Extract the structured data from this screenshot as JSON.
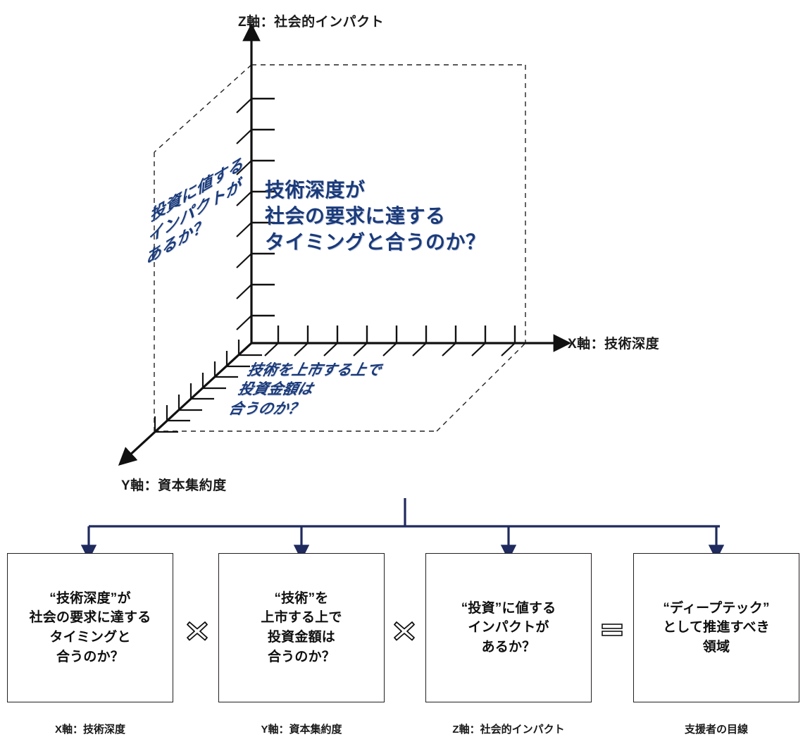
{
  "axes": {
    "z_label": "Z軸：社会的インパクト",
    "x_label": "X軸：技術深度",
    "y_label": "Y軸：資本集約度"
  },
  "panels": {
    "back": {
      "line1": "技術深度が",
      "line2": "社会の要求に達する",
      "line3": "タイミングと合うのか？"
    },
    "left": {
      "line1": "投資に値する",
      "line2": "インパクトが",
      "line3": "あるか？"
    },
    "floor": {
      "line1": "技術を上市する上で",
      "line2": "投資金額は",
      "line3": "合うのか？"
    }
  },
  "boxes": [
    {
      "lines": [
        "“技術深度”が",
        "社会の要求に達する",
        "タイミングと",
        "合うのか？"
      ],
      "caption": "X軸：技術深度"
    },
    {
      "lines": [
        "“技術”を",
        "上市する上で",
        "投資金額は",
        "合うのか？"
      ],
      "caption": "Y軸：資本集約度"
    },
    {
      "lines": [
        "“投資”に値する",
        "インパクトが",
        "あるか？"
      ],
      "caption": "Z軸：社会的インパクト"
    },
    {
      "lines": [
        "“ディープテック”",
        "として推進すべき",
        "領域"
      ],
      "caption": "支援者の目線"
    }
  ],
  "operators": {
    "multiply_1": "multiply-icon",
    "multiply_2": "multiply-icon",
    "equals": "equals-icon"
  },
  "colors": {
    "axis_stroke": "#111111",
    "connector": "#1f2a5e",
    "panel_text": "#1a3a7a",
    "box_border": "#231f20",
    "background": "#ffffff"
  }
}
